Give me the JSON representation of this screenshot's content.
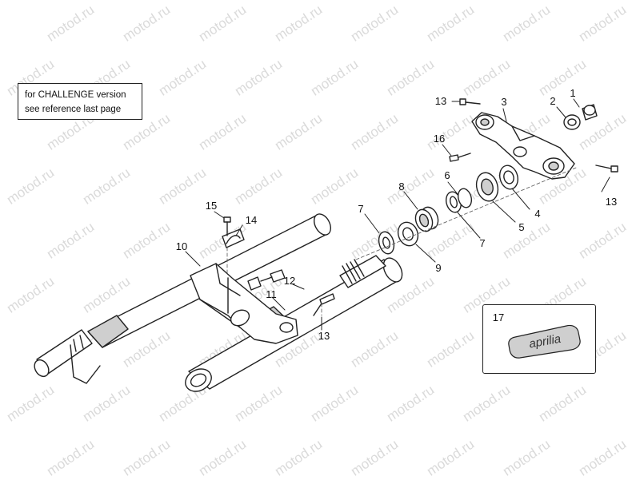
{
  "note": {
    "line1": "for CHALLENGE version",
    "line2": "see reference last page"
  },
  "watermark": "motod.ru",
  "badge_text": "aprilia",
  "callouts": [
    {
      "id": "1",
      "text": "1"
    },
    {
      "id": "2",
      "text": "2"
    },
    {
      "id": "3",
      "text": "3"
    },
    {
      "id": "4",
      "text": "4"
    },
    {
      "id": "5",
      "text": "5"
    },
    {
      "id": "6",
      "text": "6"
    },
    {
      "id": "7a",
      "text": "7"
    },
    {
      "id": "7b",
      "text": "7"
    },
    {
      "id": "8",
      "text": "8"
    },
    {
      "id": "9",
      "text": "9"
    },
    {
      "id": "10",
      "text": "10"
    },
    {
      "id": "11",
      "text": "11"
    },
    {
      "id": "12",
      "text": "12"
    },
    {
      "id": "13a",
      "text": "13"
    },
    {
      "id": "13b",
      "text": "13"
    },
    {
      "id": "13c",
      "text": "13"
    },
    {
      "id": "14",
      "text": "14"
    },
    {
      "id": "15",
      "text": "15"
    },
    {
      "id": "16",
      "text": "16"
    },
    {
      "id": "17",
      "text": "17"
    }
  ],
  "colors": {
    "line": "#222222",
    "fill": "#ffffff",
    "shade": "#cfcfcf",
    "watermark": "#dadada"
  }
}
